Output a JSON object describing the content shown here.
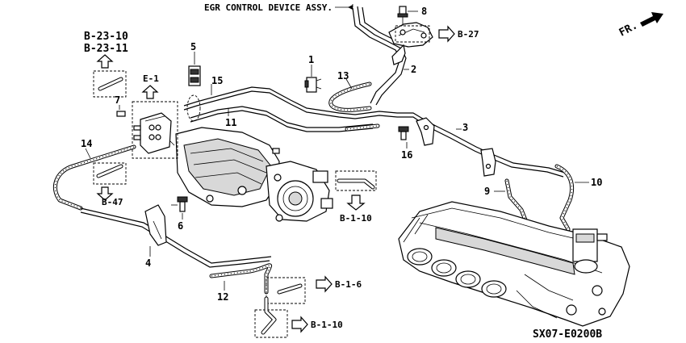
{
  "diagram": {
    "header_label": "EGR CONTROL DEVICE ASSY.",
    "footer_code": "SX07-E0200B",
    "direction_label": "FR.",
    "callouts": [
      "1",
      "2",
      "3",
      "4",
      "5",
      "6",
      "7",
      "8",
      "9",
      "10",
      "11",
      "12",
      "13",
      "14",
      "15",
      "16"
    ],
    "refs": {
      "b23_10": "B-23-10",
      "b23_11": "B-23-11",
      "e1": "E-1",
      "b47": "B-47",
      "b110_center": "B-1-10",
      "b16": "B-1-6",
      "b110_bottom": "B-1-10",
      "b27": "B-27"
    }
  }
}
